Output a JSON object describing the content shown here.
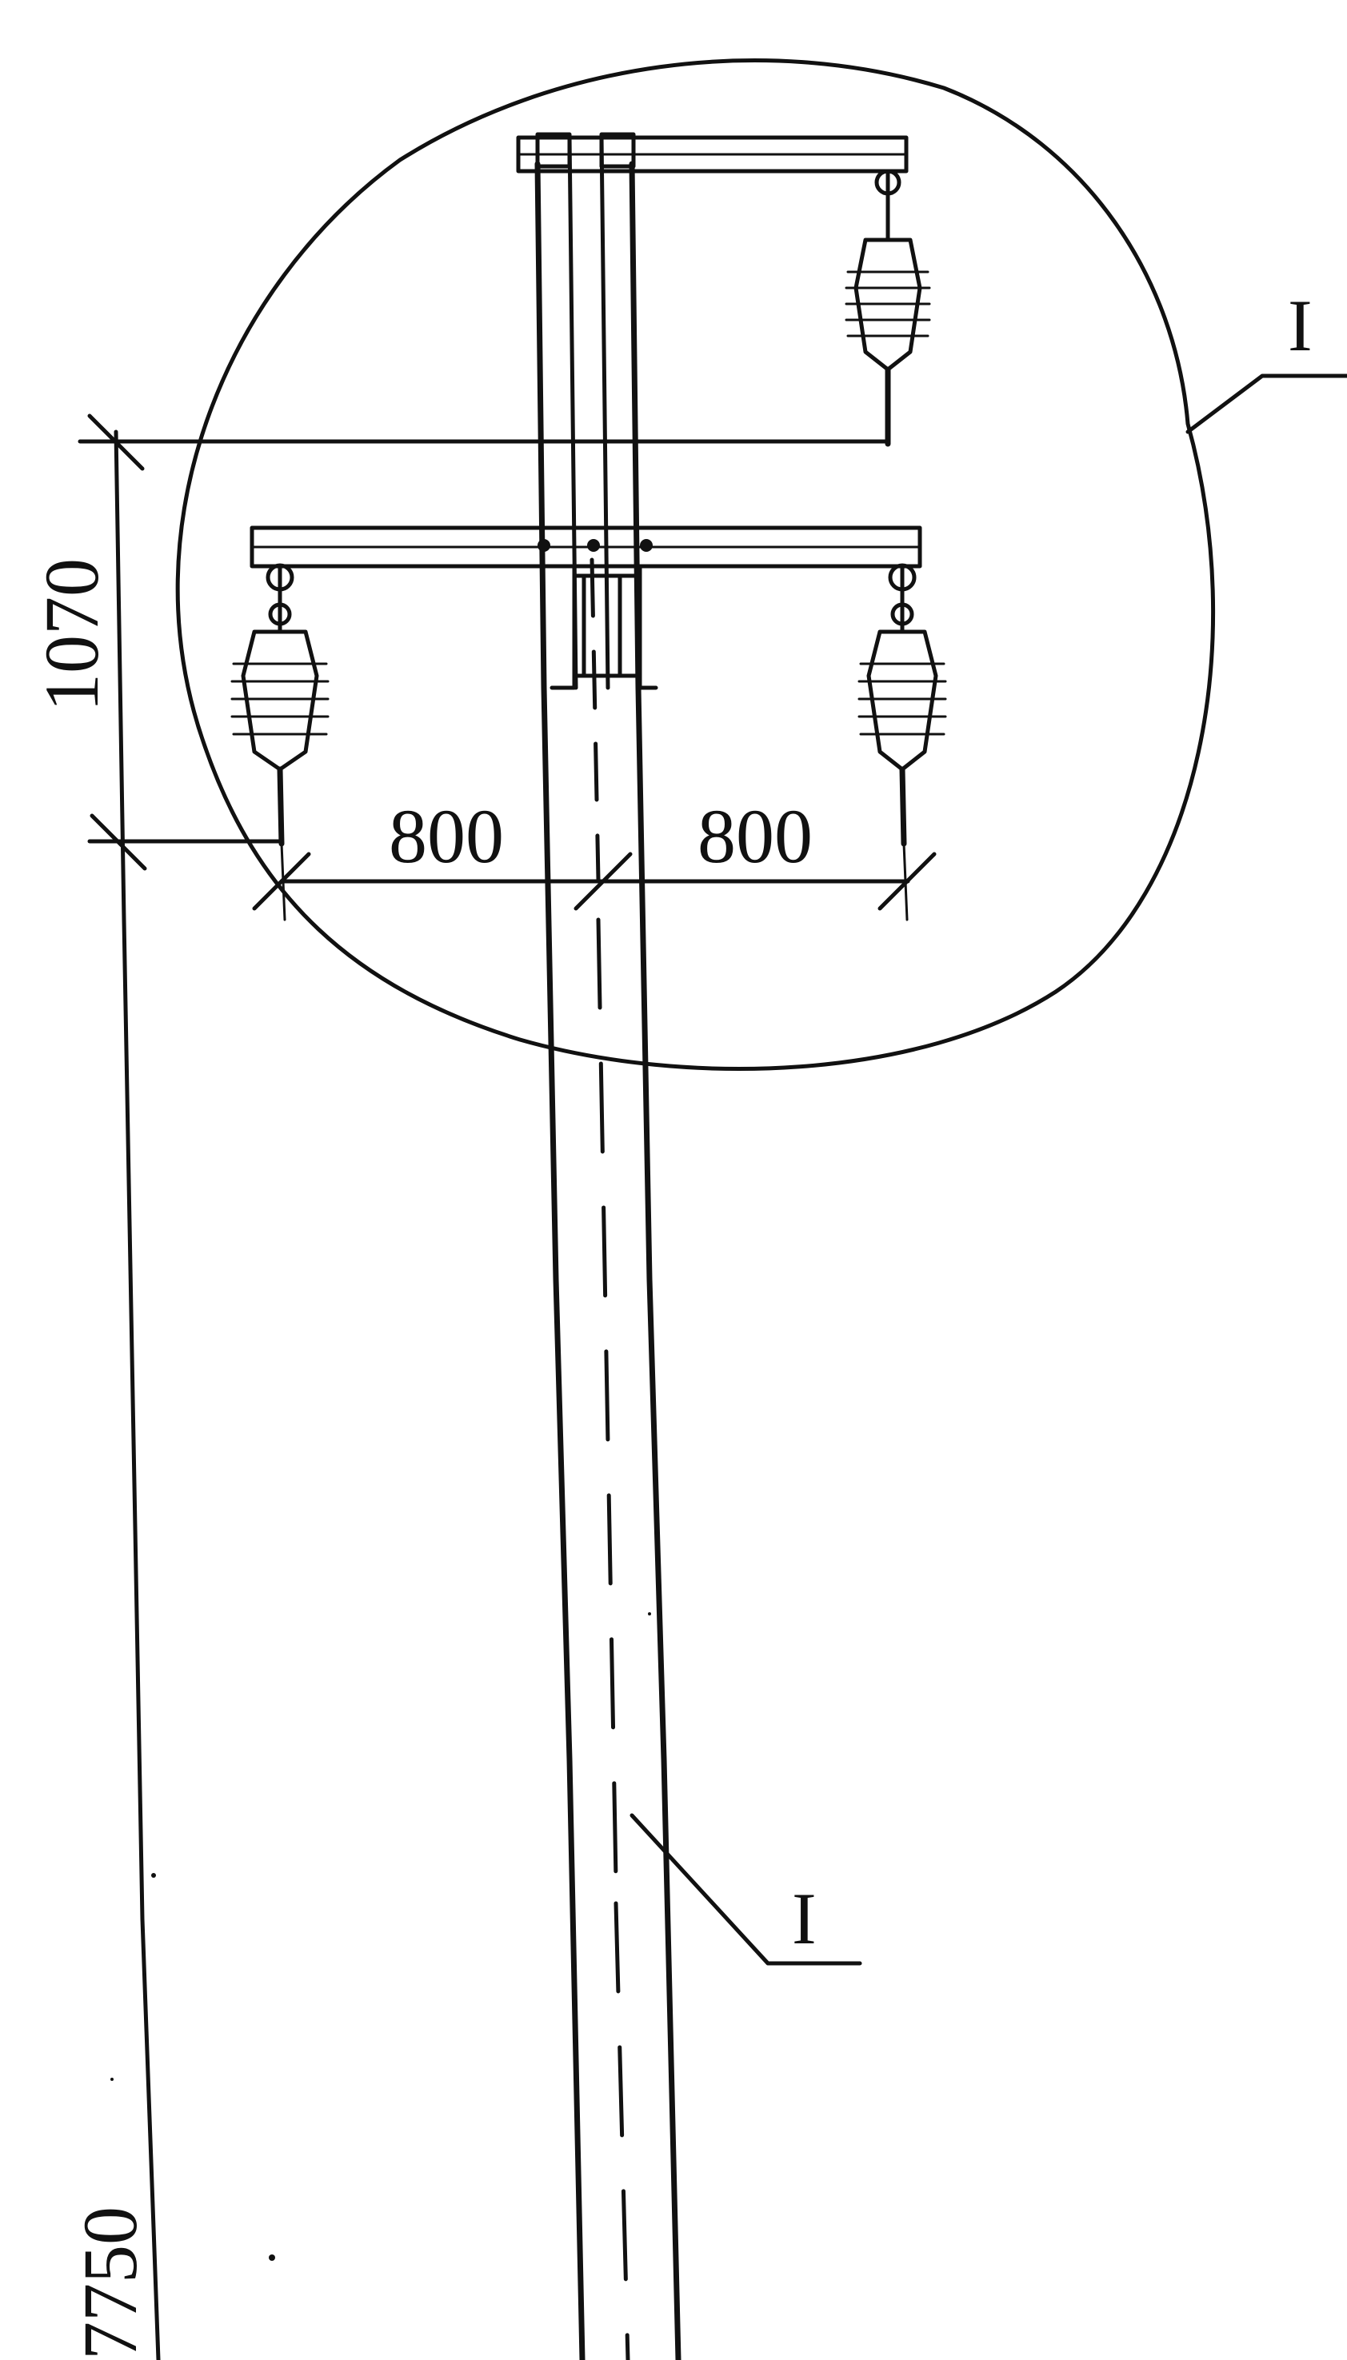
{
  "dimensions": {
    "left_span": "800",
    "right_span": "800",
    "vertical_gap": "1070",
    "height": "7750"
  },
  "labels": {
    "detail_circle": "I",
    "callout_member": "I"
  },
  "colors": {
    "ink": "#111111",
    "paper": "#ffffff"
  }
}
